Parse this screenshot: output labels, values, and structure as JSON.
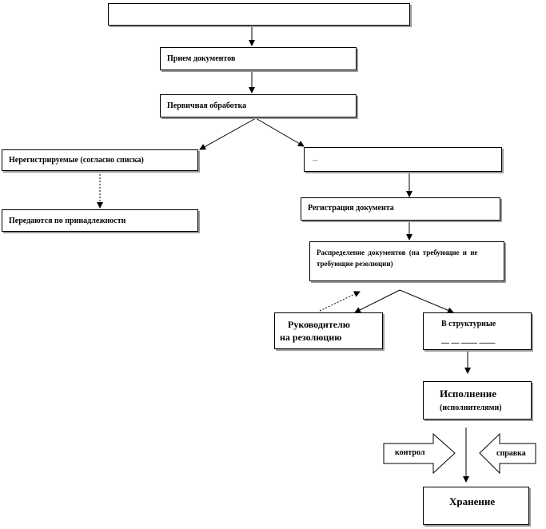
{
  "nodes": {
    "top": "",
    "receive": "Прием документов",
    "primary": "Первичная обработка",
    "unregistered": "Нерегистрируемые  (согласно списка)",
    "registered_branch": "…",
    "belonging": "Передаются по принадлежности",
    "registration": "Регистрация документа",
    "distribution_line1": "Распределение документов (на требующие и не",
    "distribution_line2": "требующие резолюции)",
    "manager_line1": "Руководителю",
    "manager_line2": "на резолюцию",
    "structural_line1": "В структурные",
    "structural_line2": "__ __ ____ ____",
    "execution_line1": "Исполнение",
    "execution_line2": "(исполнителями)",
    "storage": "Хранение"
  },
  "side_arrows": {
    "control": "контрол",
    "reference": "справка"
  }
}
